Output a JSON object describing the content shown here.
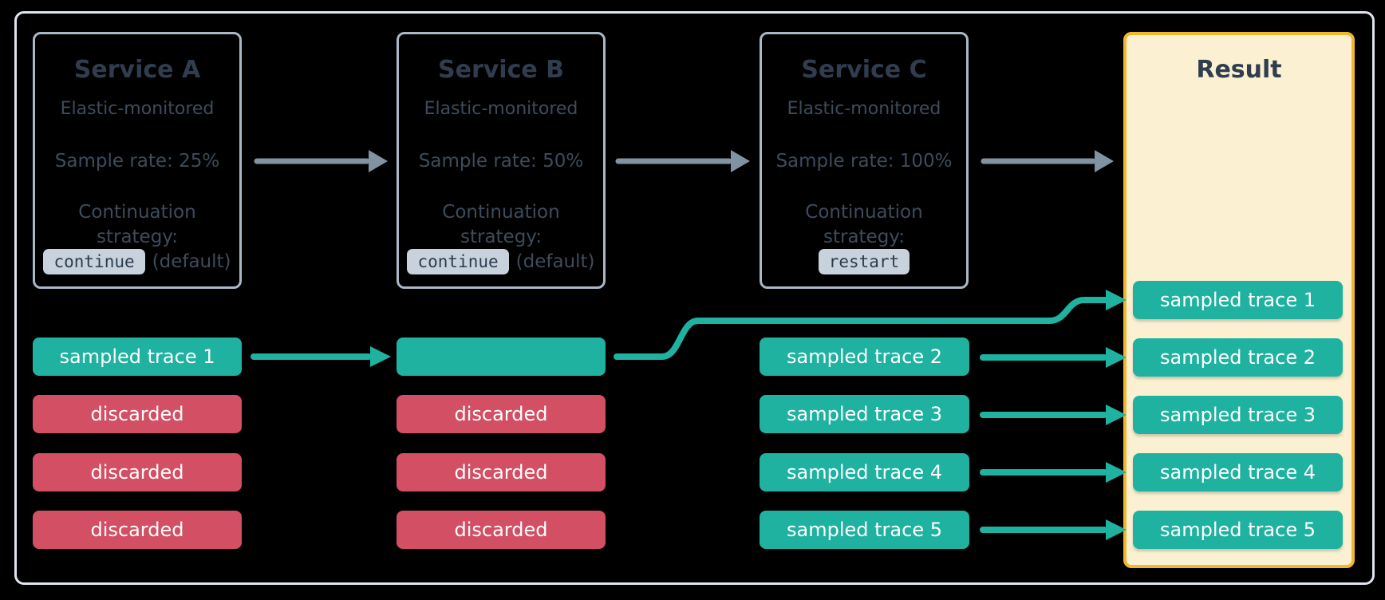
{
  "canvas": {
    "background": "#000000"
  },
  "colors": {
    "sampled_green": "#1fb2a1",
    "discarded_red": "#d24f64",
    "result_fill": "#fbf1d2",
    "result_border": "#f2b72c",
    "service_border": "#a9b8c6",
    "frame_border": "#dfe5ee",
    "gray_arrow": "#8093a3",
    "title_text": "#2f3d4f",
    "body_text": "#3d4c5c",
    "chip_bg": "#c7d2dd",
    "chip_text": "#2d3c4d",
    "pill_text": "#ffffff"
  },
  "services": [
    {
      "title": "Service A",
      "monitoring": "Elastic-monitored",
      "sample_rate": "Sample rate: 25%",
      "strategy_label": "Continuation strategy:",
      "strategy_value": "continue",
      "strategy_suffix": "(default)"
    },
    {
      "title": "Service B",
      "monitoring": "Elastic-monitored",
      "sample_rate": "Sample rate: 50%",
      "strategy_label": "Continuation strategy:",
      "strategy_value": "continue",
      "strategy_suffix": "(default)"
    },
    {
      "title": "Service C",
      "monitoring": "Elastic-monitored",
      "sample_rate": "Sample rate: 100%",
      "strategy_label": "Continuation strategy:",
      "strategy_value": "restart",
      "strategy_suffix": ""
    }
  ],
  "lanes": {
    "service_a": [
      {
        "label": "sampled trace 1",
        "status": "sampled"
      },
      {
        "label": "discarded",
        "status": "discarded"
      },
      {
        "label": "discarded",
        "status": "discarded"
      },
      {
        "label": "discarded",
        "status": "discarded"
      }
    ],
    "service_b": [
      {
        "label": "",
        "status": "sampled"
      },
      {
        "label": "discarded",
        "status": "discarded"
      },
      {
        "label": "discarded",
        "status": "discarded"
      },
      {
        "label": "discarded",
        "status": "discarded"
      }
    ],
    "service_c": [
      {
        "label": "sampled trace 2",
        "status": "sampled"
      },
      {
        "label": "sampled trace 3",
        "status": "sampled"
      },
      {
        "label": "sampled trace 4",
        "status": "sampled"
      },
      {
        "label": "sampled trace 5",
        "status": "sampled"
      }
    ]
  },
  "result": {
    "title": "Result",
    "rows": [
      {
        "label": "sampled trace 1",
        "status": "sampled"
      },
      {
        "label": "sampled trace 2",
        "status": "sampled"
      },
      {
        "label": "sampled trace 3",
        "status": "sampled"
      },
      {
        "label": "sampled trace 4",
        "status": "sampled"
      },
      {
        "label": "sampled trace 5",
        "status": "sampled"
      }
    ]
  }
}
